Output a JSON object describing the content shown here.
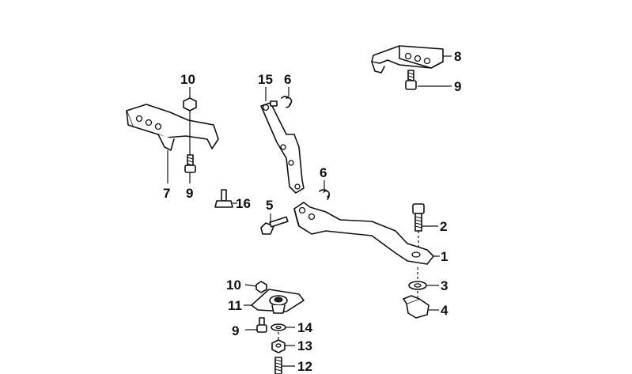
{
  "callouts": [
    {
      "id": "c1",
      "text": "1"
    },
    {
      "id": "c2",
      "text": "2"
    },
    {
      "id": "c3",
      "text": "3"
    },
    {
      "id": "c4",
      "text": "4"
    },
    {
      "id": "c5",
      "text": "5"
    },
    {
      "id": "c6a",
      "text": "6"
    },
    {
      "id": "c6b",
      "text": "6"
    },
    {
      "id": "c7",
      "text": "7"
    },
    {
      "id": "c8",
      "text": "8"
    },
    {
      "id": "c9a",
      "text": "9"
    },
    {
      "id": "c9b",
      "text": "9"
    },
    {
      "id": "c9c",
      "text": "9"
    },
    {
      "id": "c10a",
      "text": "10"
    },
    {
      "id": "c10b",
      "text": "10"
    },
    {
      "id": "c11",
      "text": "11"
    },
    {
      "id": "c12",
      "text": "12"
    },
    {
      "id": "c13",
      "text": "13"
    },
    {
      "id": "c14",
      "text": "14"
    },
    {
      "id": "c15",
      "text": "15"
    },
    {
      "id": "c16",
      "text": "16"
    }
  ]
}
